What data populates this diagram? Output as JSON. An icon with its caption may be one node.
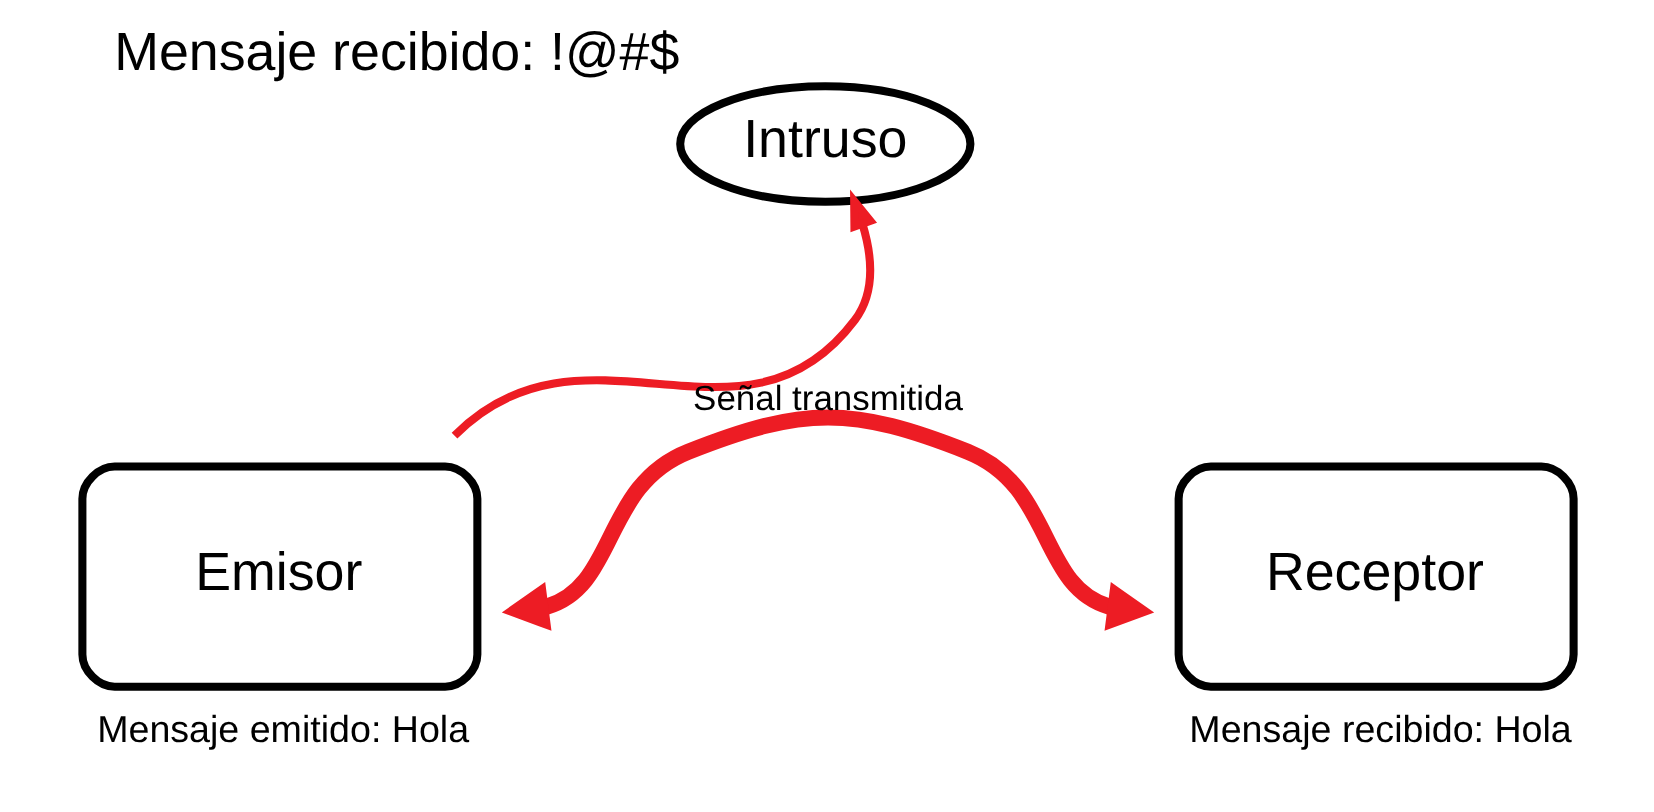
{
  "diagram": {
    "nodes": [
      {
        "text": [
          "Intruso"
        ],
        "beside": [
          "Mensaje recibido: !@#$"
        ]
      },
      {
        "text": [
          "Emisor"
        ],
        "beside": [
          "Mensaje emitido: Hola"
        ]
      },
      {
        "text": [
          "Receptor"
        ],
        "beside": [
          "Mensaje recibido: Hola"
        ]
      }
    ],
    "edges": [
      {
        "from": 1,
        "to": 2,
        "arrow": "both",
        "label": "Señal transmitida",
        "style": "thick",
        "color": "#ed1c24"
      },
      {
        "from": 1,
        "to": 0,
        "arrow": "to",
        "color": "#ed1c24"
      }
    ]
  }
}
